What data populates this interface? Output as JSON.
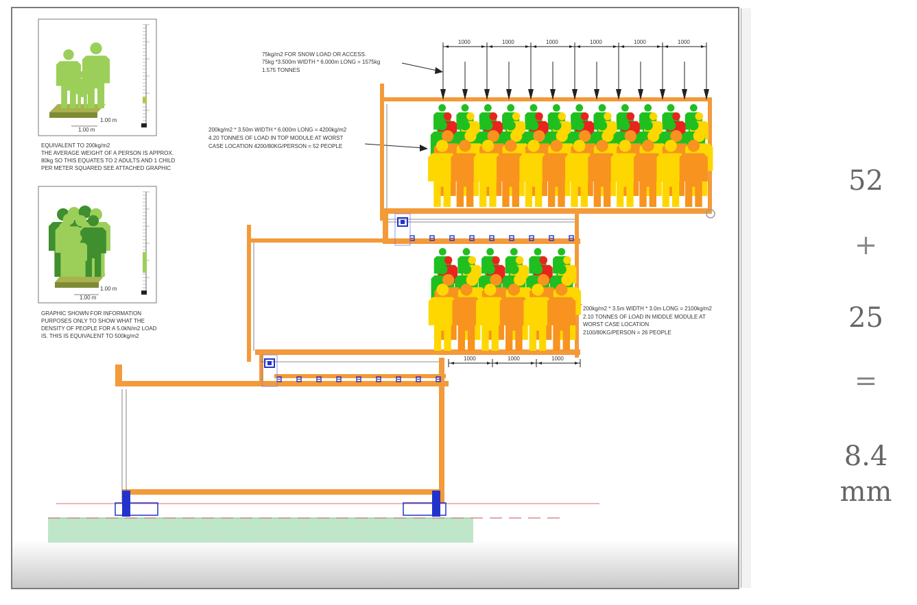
{
  "notes": {
    "snow_load": [
      "75kg/m2 FOR SNOW LOAD OR ACCESS.",
      "75kg *3.500m WIDTH * 6.000m LONG = 1575kg",
      "1.575 TONNES"
    ],
    "top_module": [
      "200kg/m2 * 3.50m WIDTH * 6.000m LONG = 4200kg/m2",
      "4.20 TONNES OF LOAD IN TOP MODULE AT WORST",
      "CASE LOCATION 4200/80KG/PERSON = 52 PEOPLE"
    ],
    "equivalent": [
      "EQUIVALENT TO 200kg/m2",
      "THE AVERAGE WEIGHT OF A PERSON IS APPROX.",
      "80kg SO THIS EQUATES TO 2 ADULTS AND 1 CHILD",
      "PER METER SQUARED SEE ATTACHED GRAPHIC"
    ],
    "graphic_info": [
      "GRAPHIC SHOWN FOR INFORMATION",
      "PURPOSES ONLY TO SHOW WHAT THE",
      "DENSITY OF PEOPLE FOR A 5.0kN/m2 LOAD",
      "IS. THIS IS EQUIVALENT TO 500kg/m2"
    ],
    "middle_module": [
      "200kg/m2 * 3.5m WIDTH * 3.0m LONG = 2100kg/m2",
      "2.10 TONNES OF LOAD IN MIDDLE MODULE AT",
      "WORST CASE LOCATION",
      "2100/80KG/PERSON = 26 PEOPLE"
    ]
  },
  "dimensions": {
    "top": [
      "1000",
      "1000",
      "1000",
      "1000",
      "1000",
      "1000"
    ],
    "middle": [
      "1000",
      "1000",
      "1000"
    ]
  },
  "thumbnails": {
    "scale_label": "1.00 m",
    "scale_label_side": "1.00 m"
  },
  "equation": {
    "a": "52",
    "plus": "+",
    "b": "25",
    "equals": "=",
    "result_value": "8.4",
    "result_unit": "mm"
  },
  "colors": {
    "structure": "#f39a3a",
    "person_orange": "#f7931e",
    "person_yellow": "#ffd700",
    "person_red": "#e8241c",
    "person_green": "#1fbf1f",
    "bracket": "#2233cc",
    "ground": "#bfe6c8",
    "thumb_light": "#9ccf5a",
    "thumb_dark": "#3f8f2f"
  }
}
